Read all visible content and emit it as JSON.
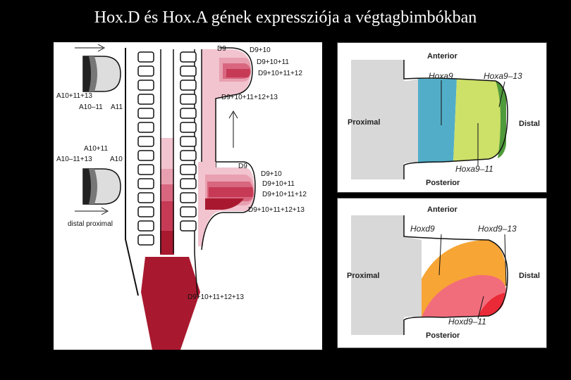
{
  "title": "Hox.D és Hox.A gének expressziója a végtagbimbókban",
  "left": {
    "labels": {
      "d9_top": "D9",
      "d9_10_top": "D9+10",
      "d9_11_top": "D9+10+11",
      "d9_12_top": "D9+10+11+12",
      "d9_13_top": "D9+10+11+12+13",
      "d9_mid": "D9",
      "d9_10_mid": "D9+10",
      "d9_11_mid": "D9+10+11",
      "d9_12_mid": "D9+10+11+12",
      "d9_13_mid": "D9+10+11+12+13",
      "d9_13_bot": "D9+10+11+12+13",
      "a10_13_top": "A10+11+13",
      "a10_11_top": "A10–11",
      "a11_top": "A11",
      "a10_11_mid": "A10+11",
      "a10_13_mid": "A10–11+13",
      "a10_mid": "A10",
      "distal_proximal": "distal proximal"
    }
  },
  "right_top": {
    "anterior": "Anterior",
    "posterior": "Posterior",
    "proximal": "Proximal",
    "distal": "Distal",
    "gene1": "Hoxa9",
    "gene2": "Hoxa9–13",
    "gene3": "Hoxa9–11"
  },
  "right_bottom": {
    "anterior": "Anterior",
    "posterior": "Posterior",
    "proximal": "Proximal",
    "distal": "Distal",
    "gene1": "Hoxd9",
    "gene2": "Hoxd9–13",
    "gene3": "Hoxd9–11"
  },
  "colors": {
    "d_lightest": "#f2c4cf",
    "d_light": "#e8a0b0",
    "d_mid": "#d9667f",
    "d_dark": "#c63a55",
    "d_darkest": "#a8192f",
    "blue": "#52aec8",
    "lime": "#cde068",
    "green": "#4f9a3a",
    "orange": "#f7a535",
    "pink": "#f26d7c",
    "red": "#ea2a36"
  }
}
